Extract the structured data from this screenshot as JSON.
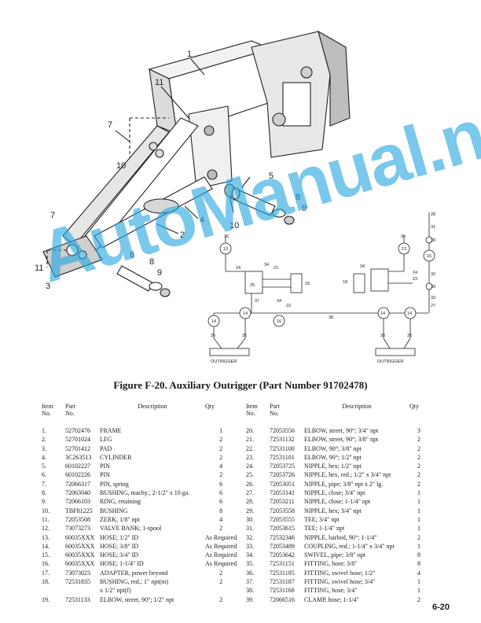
{
  "figure": {
    "caption": "Figure F-20.  Auxiliary Outrigger (Part Number 91702478)",
    "callouts": [
      "1",
      "11",
      "7",
      "10",
      "5",
      "8",
      "9",
      "4",
      "2",
      "7",
      "6",
      "11",
      "3",
      "8",
      "9",
      "10"
    ],
    "schematic_labels": [
      "OUTRIGGER",
      "OUTRIGGER"
    ]
  },
  "watermark": "AutoManual.net",
  "table_headers": {
    "item": "Item",
    "item_no": "No.",
    "part": "Part",
    "part_no": "No.",
    "description": "Description",
    "qty": "Qty"
  },
  "parts_left": [
    {
      "no": "1.",
      "part": "52702476",
      "desc": "FRAME",
      "qty": "1"
    },
    {
      "no": "2.",
      "part": "52701024",
      "desc": "LEG",
      "qty": "2"
    },
    {
      "no": "3.",
      "part": "52701412",
      "desc": "PAD",
      "qty": "2"
    },
    {
      "no": "4.",
      "part": "3C263513",
      "desc": "CYLINDER",
      "qty": "2"
    },
    {
      "no": "5.",
      "part": "60102227",
      "desc": "PIN",
      "qty": "4"
    },
    {
      "no": "6.",
      "part": "60102226",
      "desc": "PIN",
      "qty": "2"
    },
    {
      "no": "7.",
      "part": "72066317",
      "desc": "PIN, spring",
      "qty": "6"
    },
    {
      "no": "8.",
      "part": "72063040",
      "desc": "BUSHING, machy.; 2-1/2\" x 10 ga.",
      "qty": "6"
    },
    {
      "no": "9.",
      "part": "72066103",
      "desc": "RING, retaining",
      "qty": "6"
    },
    {
      "no": "10.",
      "part": "TBF81225",
      "desc": "BUSHING",
      "qty": "8"
    },
    {
      "no": "11.",
      "part": "72053508",
      "desc": "ZERK; 1/8\" npt",
      "qty": "4"
    },
    {
      "no": "12.",
      "part": "73073273",
      "desc": "VALVE BANK; 1-spool",
      "qty": "2"
    },
    {
      "no": "13.",
      "part": "60035XXX",
      "desc": "HOSE; 1/2\" ID",
      "qty": "As Required"
    },
    {
      "no": "14.",
      "part": "60035XXX",
      "desc": "HOSE; 3/8\" ID",
      "qty": "As Required"
    },
    {
      "no": "15.",
      "part": "60035XXX",
      "desc": "HOSE; 3/4\" ID",
      "qty": "As Required"
    },
    {
      "no": "16.",
      "part": "60035XXX",
      "desc": "HOSE; 1-1/4\" ID",
      "qty": "As Required"
    },
    {
      "no": "17.",
      "part": "73073023",
      "desc": "ADAPTER, power beyond",
      "qty": "2"
    },
    {
      "no": "18.",
      "part": "72531835",
      "desc": "BUSHING, red.; 1\" npt(m)",
      "desc2": "x 1/2\" npt(f)",
      "qty": "2"
    },
    {
      "no": "19.",
      "part": "72531133",
      "desc": "ELBOW, street, 90°; 1/2\" npt",
      "qty": "2"
    }
  ],
  "parts_right": [
    {
      "no": "20.",
      "part": "72053556",
      "desc": "ELBOW, street, 90°; 3/4\" npt",
      "qty": "3"
    },
    {
      "no": "21.",
      "part": "72531132",
      "desc": "ELBOW, street, 90°; 3/8\" npt",
      "qty": "2"
    },
    {
      "no": "22.",
      "part": "72531100",
      "desc": "ELBOW, 90°; 3/8\" npt",
      "qty": "2"
    },
    {
      "no": "23.",
      "part": "72531101",
      "desc": "ELBOW, 90°; 1/2\" npt",
      "qty": "2"
    },
    {
      "no": "24.",
      "part": "72053725",
      "desc": "NIPPLE, hex; 1/2\" npt",
      "qty": "2"
    },
    {
      "no": "25.",
      "part": "72053726",
      "desc": "NIPPLE, hex, red.; 1/2\" x 3/4\" npt",
      "qty": "2"
    },
    {
      "no": "26.",
      "part": "72053051",
      "desc": "NIPPLE, pipe; 3/8\" npt x 2\" lg.",
      "qty": "2"
    },
    {
      "no": "27.",
      "part": "72053141",
      "desc": "NIPPLE, close; 3/4\" npt",
      "qty": "1"
    },
    {
      "no": "28.",
      "part": "72053211",
      "desc": "NIPPLE, close; 1-1/4\" npt",
      "qty": "1"
    },
    {
      "no": "29.",
      "part": "72053558",
      "desc": "NIPPLE, hex; 3/4\" npt",
      "qty": "1"
    },
    {
      "no": "30.",
      "part": "72053555",
      "desc": "TEE; 3/4\" npt",
      "qty": "1"
    },
    {
      "no": "31.",
      "part": "72053615",
      "desc": "TEE; 1-1/4\" npt",
      "qty": "1"
    },
    {
      "no": "32.",
      "part": "72532346",
      "desc": "NIPPLE, barbed, 90°; 1-1/4\"",
      "qty": "2"
    },
    {
      "no": "33.",
      "part": "72053489",
      "desc": "COUPLING, red.; 1-1/4\" x 3/4\" npt",
      "qty": "1"
    },
    {
      "no": "34.",
      "part": "72053642",
      "desc": "SWIVEL, pipe; 3/8\" npt",
      "qty": "8"
    },
    {
      "no": "35.",
      "part": "72531151",
      "desc": "FITTING, hose; 3/8\"",
      "qty": "8"
    },
    {
      "no": "36.",
      "part": "72531185",
      "desc": "FITTING, swivel hose; 1/2\"",
      "qty": "4"
    },
    {
      "no": "37.",
      "part": "72531187",
      "desc": "FITTING, swivel hose; 3/4\"",
      "qty": "1"
    },
    {
      "no": "38.",
      "part": "72531168",
      "desc": "FITTING, hose; 3/4\"",
      "qty": "1"
    },
    {
      "no": "39.",
      "part": "72066516",
      "desc": "CLAMP, hose; 1-1/4\"",
      "qty": "2"
    }
  ],
  "page_number": "6-20"
}
